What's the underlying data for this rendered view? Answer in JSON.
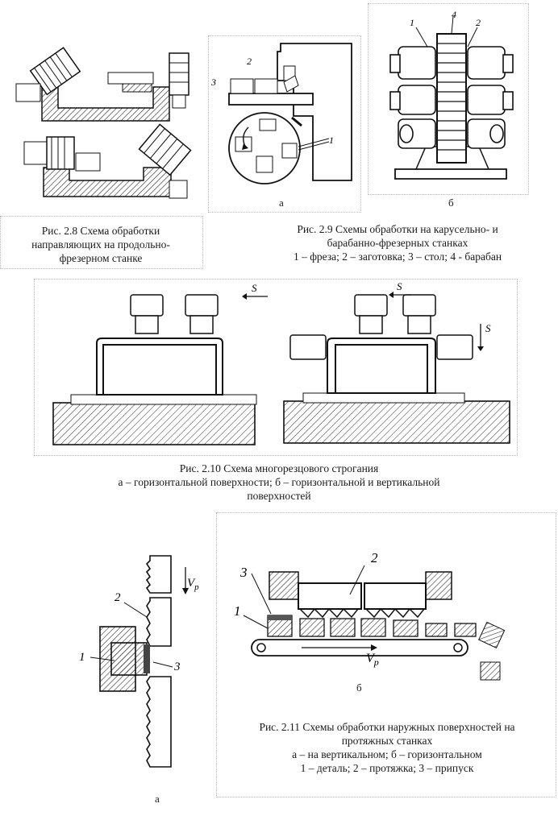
{
  "fig2_8": {
    "caption_lines": [
      "Рис. 2.8 Схема обработки",
      "направляющих на продольно-",
      "фрезерном станке"
    ]
  },
  "fig2_9": {
    "sub_a": "а",
    "sub_b": "б",
    "callouts_a": [
      "2",
      "3",
      "1"
    ],
    "callouts_b": [
      "1",
      "4",
      "2"
    ],
    "caption_lines": [
      "Рис. 2.9 Схемы обработки на карусельно- и",
      "барабанно-фрезерных станках",
      "1 – фреза; 2 – заготовка; 3 – стол; 4 - барабан"
    ]
  },
  "fig2_10": {
    "feed_label": "S",
    "caption_lines": [
      "Рис. 2.10 Схема многорезцового строгания",
      "а – горизонтальной поверхности; б – горизонтальной и вертикальной",
      "поверхностей"
    ]
  },
  "fig2_11": {
    "sub_a": "а",
    "sub_b": "б",
    "vp_label": "V",
    "vp_sub": "р",
    "callouts_a": [
      "2",
      "1",
      "3"
    ],
    "callouts_b": [
      "3",
      "2",
      "1"
    ],
    "caption_lines": [
      "Рис. 2.11 Схемы обработки наружных поверхностей на",
      "протяжных станках",
      "а – на вертикальном; б – горизонтальном",
      "1 – деталь; 2 – протяжка; 3 – припуск"
    ]
  }
}
